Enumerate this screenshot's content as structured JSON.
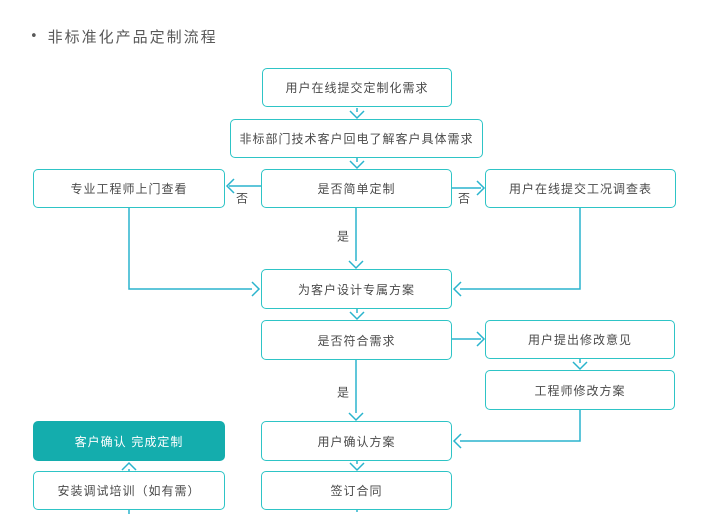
{
  "title": {
    "bullet": "•",
    "text": "非标准化产品定制流程"
  },
  "colors": {
    "box_border": "#2ec4c6",
    "connector": "#2ab4cd",
    "filled_box_bg": "#14adad",
    "filled_box_text": "#ffffff",
    "text": "#4a4a4a",
    "title_text": "#595959",
    "background": "#ffffff"
  },
  "nodes": [
    {
      "id": "submit-request",
      "label": "用户在线提交定制化需求"
    },
    {
      "id": "callback",
      "label": "非标部门技术客户回电了解客户具体需求"
    },
    {
      "id": "engineer-visit",
      "label": "专业工程师上门查看"
    },
    {
      "id": "simple-custom",
      "label": "是否简单定制"
    },
    {
      "id": "survey-form",
      "label": "用户在线提交工况调查表"
    },
    {
      "id": "design-plan",
      "label": "为客户设计专属方案"
    },
    {
      "id": "meets-needs",
      "label": "是否符合需求"
    },
    {
      "id": "feedback",
      "label": "用户提出修改意见"
    },
    {
      "id": "revise-plan",
      "label": "工程师修改方案"
    },
    {
      "id": "confirm-complete",
      "label": "客户确认 完成定制"
    },
    {
      "id": "install-training",
      "label": "安装调试培训（如有需）"
    },
    {
      "id": "confirm-plan",
      "label": "用户确认方案"
    },
    {
      "id": "sign-contract",
      "label": "签订合同"
    }
  ],
  "edge_labels": {
    "no_left": "否",
    "no_right": "否",
    "yes_mid": "是",
    "yes_low": "是"
  }
}
